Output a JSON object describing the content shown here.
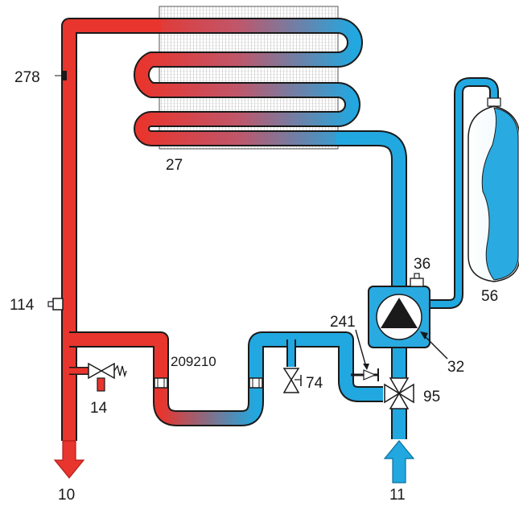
{
  "colors": {
    "hot": "#e8352e",
    "hot_dark": "#b21f1a",
    "cold": "#21a8e0",
    "cold_dark": "#0e6f9c",
    "pump_body": "#29aae1",
    "outline": "#1a1a1a"
  },
  "labels": {
    "sensor_278": "278",
    "heat_exchanger_27": "27",
    "sensor_114": "114",
    "safety_valve_14": "14",
    "outlet_10": "10",
    "connection_209210": "209210",
    "drain_valve_74": "74",
    "pressure_sensor_241": "241",
    "air_vent_36": "36",
    "expansion_vessel_56": "56",
    "pump_32": "32",
    "three_way_valve_95": "95",
    "inlet_11": "11"
  }
}
